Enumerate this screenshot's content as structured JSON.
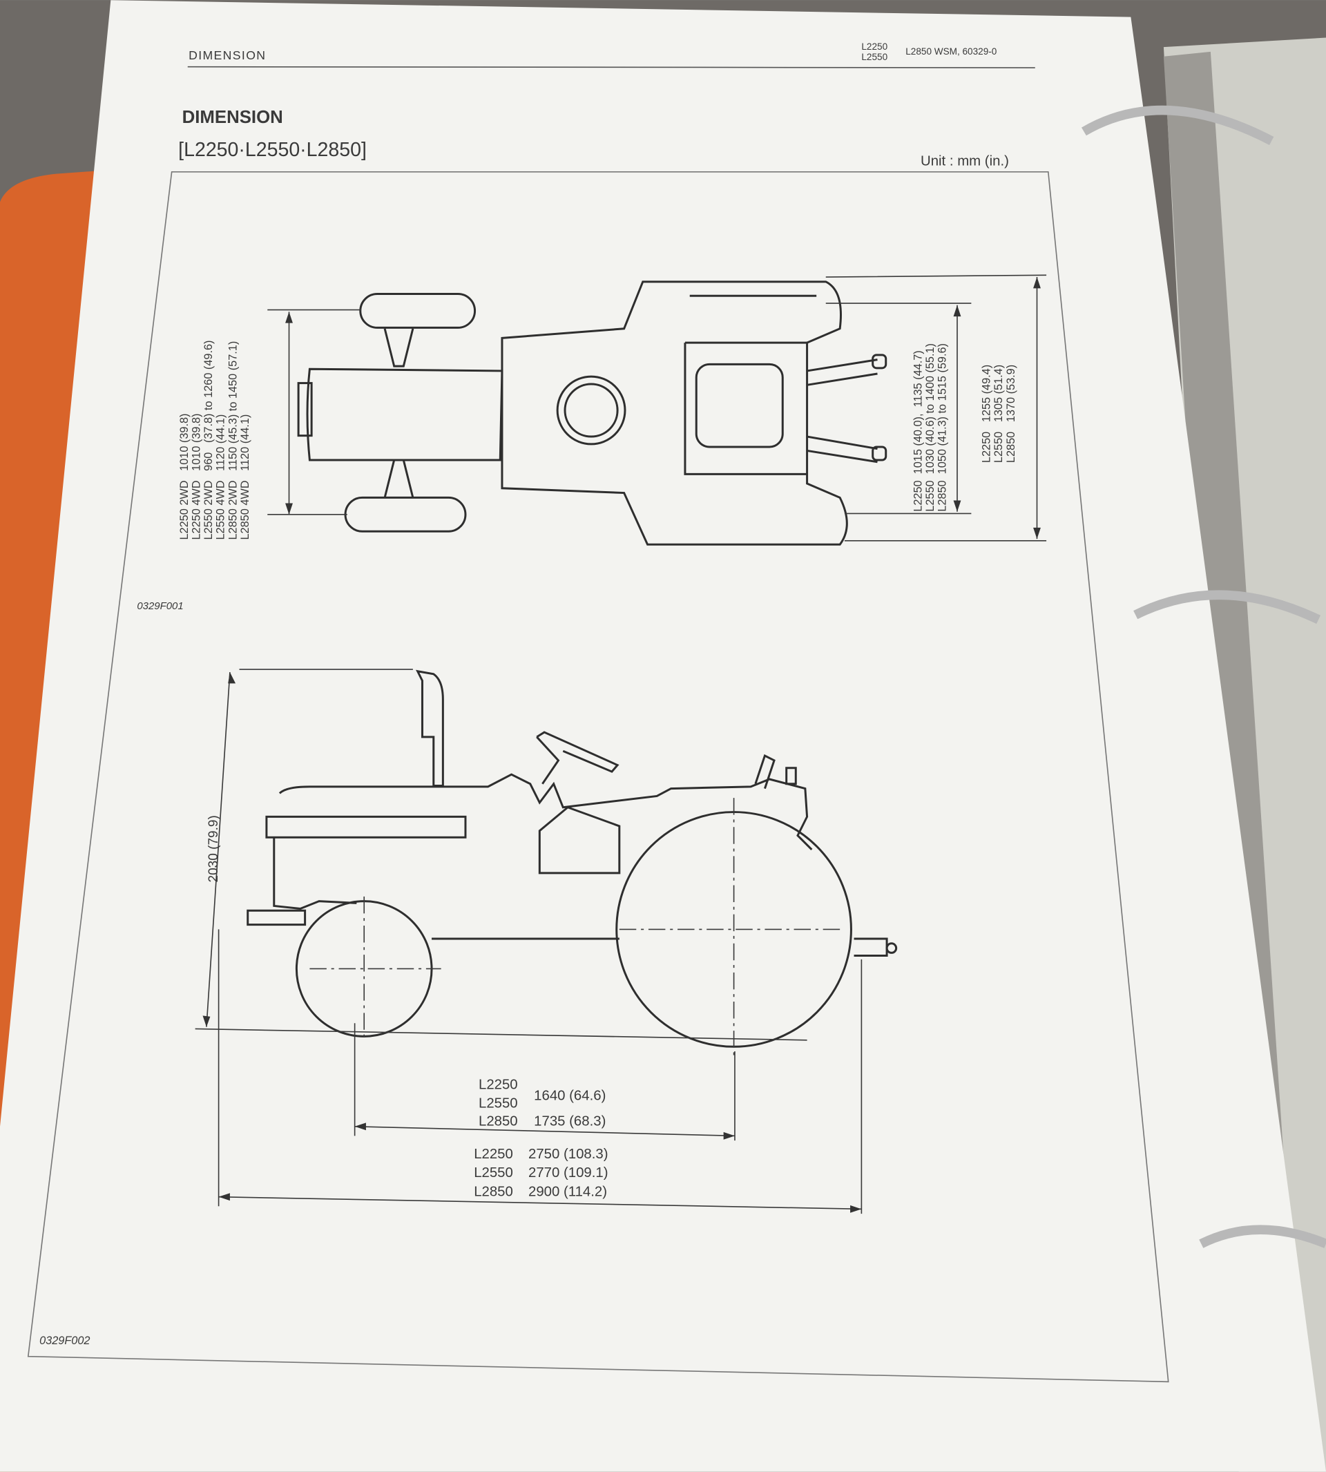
{
  "header": {
    "section": "DIMENSION",
    "models_line1": "L2250",
    "models_line2": "L2550",
    "doc_ref": "L2850 WSM, 60329-0"
  },
  "title": "DIMENSION",
  "subtitle": "[L2250·L2550·L2850]",
  "unit": "Unit : mm (in.)",
  "top_view": {
    "figure_id": "0329F001",
    "tread_front": [
      "L2250 2WD   1010 (39.8)",
      "L2250 4WD   1010 (39.8)",
      "L2550 2WD   960   (37.8) to 1260 (49.6)",
      "L2550 4WD   1120 (44.1)",
      "L2850 2WD   1150 (45.3) to 1450 (57.1)",
      "L2850 4WD   1120 (44.1)"
    ],
    "tread_rear": [
      "L2250  1015 (40.0),  1135 (44.7)",
      "L2550  1030 (40.6) to 1400 (55.1)",
      "L2850  1050 (41.3) to 1515 (59.6)"
    ],
    "overall_width": [
      "L2250   1255 (49.4)",
      "L2550   1305 (51.4)",
      "L2850   1370 (53.9)"
    ]
  },
  "side_view": {
    "figure_id": "0329F002",
    "height": "2030 (79.9)",
    "wheelbase_models": [
      "L2250",
      "L2550",
      "L2850"
    ],
    "wheelbase_values": [
      "1640 (64.6)",
      "1735 (68.3)"
    ],
    "overall_length": [
      {
        "model": "L2250",
        "value": "2750 (108.3)"
      },
      {
        "model": "L2550",
        "value": "2770 (109.1)"
      },
      {
        "model": "L2850",
        "value": "2900 (114.2)"
      }
    ]
  }
}
